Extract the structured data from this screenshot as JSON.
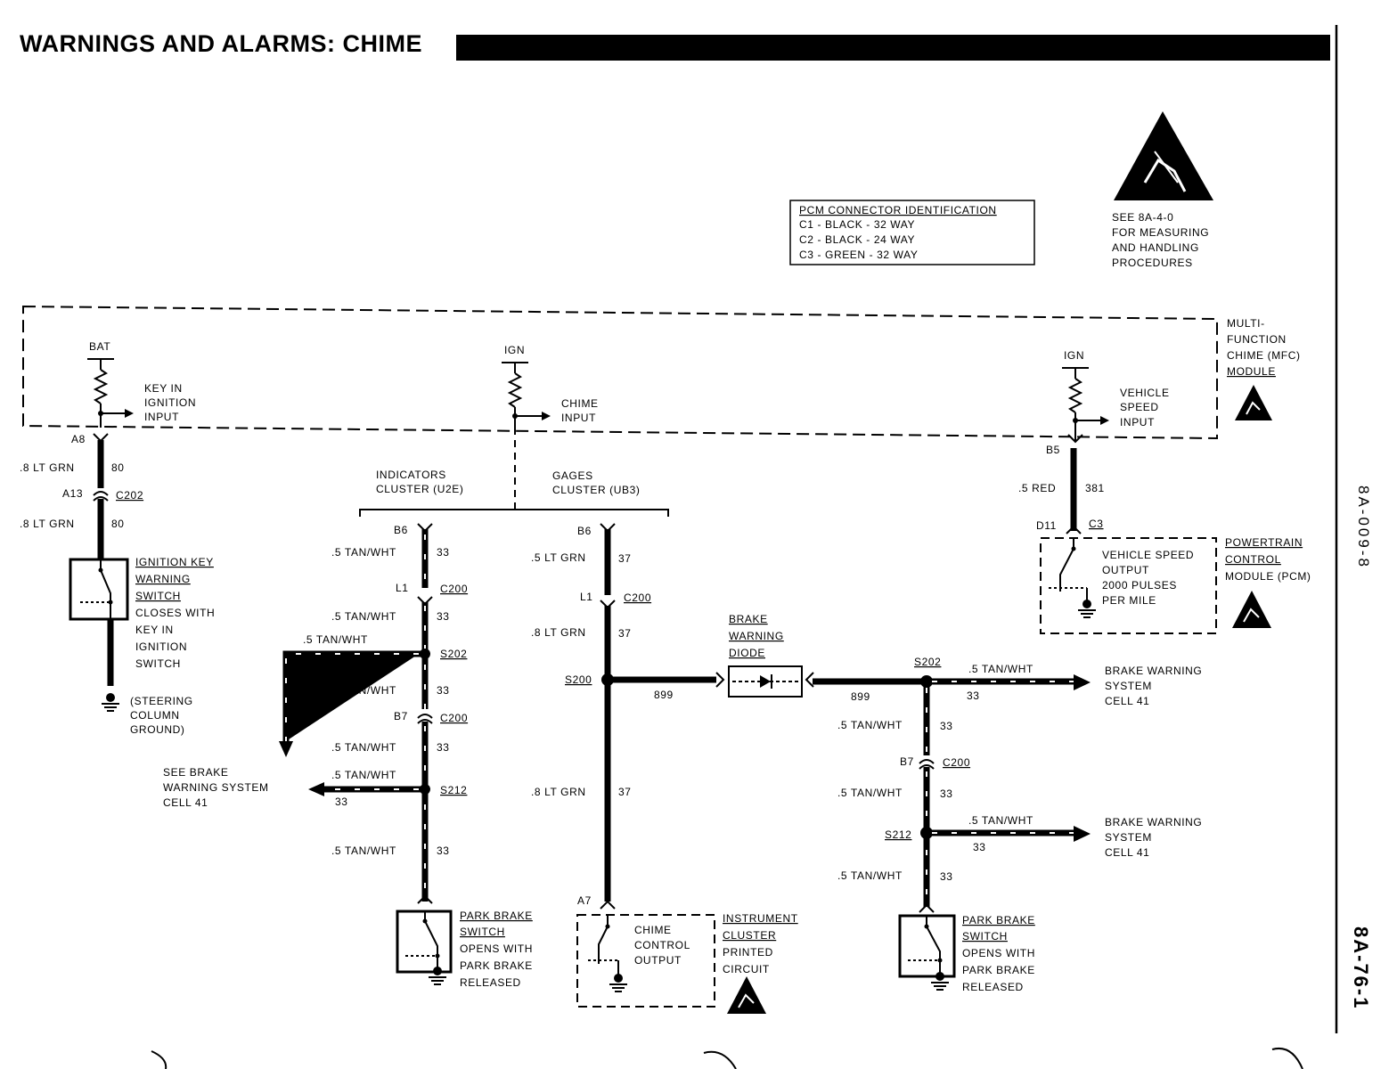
{
  "header": {
    "title": "WARNINGS AND ALARMS: CHIME"
  },
  "pcm_table": {
    "title": "PCM CONNECTOR IDENTIFICATION",
    "rows": [
      "C1 - BLACK - 32 WAY",
      "C2 - BLACK - 24 WAY",
      "C3 - GREEN - 32 WAY"
    ]
  },
  "esd_note": [
    "SEE 8A-4-0",
    "FOR MEASURING",
    "AND HANDLING",
    "PROCEDURES"
  ],
  "mfc_module": {
    "label": [
      "MULTI-",
      "FUNCTION",
      "CHIME (MFC)",
      "MODULE"
    ],
    "bat": "BAT",
    "ign_mid": "IGN",
    "ign_right": "IGN",
    "key_input": [
      "KEY IN",
      "IGNITION",
      "INPUT"
    ],
    "chime_input": [
      "CHIME",
      "INPUT"
    ],
    "speed_input": [
      "VEHICLE",
      "SPEED",
      "INPUT"
    ]
  },
  "left_circuit": {
    "pin_a8": "A8",
    "wire1": ".8 LT GRN",
    "ckt1": "80",
    "pin_a13": "A13",
    "conn": "C202",
    "wire2": ".8 LT GRN",
    "ckt2": "80",
    "switch_title": [
      "IGNITION KEY",
      "WARNING",
      "SWITCH"
    ],
    "switch_desc": [
      "CLOSES WITH",
      "KEY IN",
      "IGNITION",
      "SWITCH"
    ],
    "ground": [
      "(STEERING",
      "COLUMN",
      "GROUND)"
    ]
  },
  "clusters": {
    "indicators": [
      "INDICATORS",
      "CLUSTER (U2E)"
    ],
    "gages": [
      "GAGES",
      "CLUSTER (UB3)"
    ]
  },
  "indicator_circuit": {
    "pin_b6": "B6",
    "w1": ".5 TAN/WHT",
    "c1": "33",
    "pin_l1": "L1",
    "conn1": "C200",
    "w2": ".5 TAN/WHT",
    "c2": "33",
    "branch_w": ".5 TAN/WHT",
    "branch_c": "33",
    "splice1": "S202",
    "w3": ".5 TAN/WHT",
    "c3": "33",
    "pin_b7": "B7",
    "conn2": "C200",
    "w4": ".5 TAN/WHT",
    "c4": "33",
    "w5": ".5 TAN/WHT",
    "c5": "33",
    "splice2": "S212",
    "see_brake": [
      "SEE BRAKE",
      "WARNING SYSTEM",
      "CELL 41"
    ],
    "w6": ".5 TAN/WHT",
    "c6": "33",
    "switch_title": [
      "PARK BRAKE",
      "SWITCH"
    ],
    "switch_desc": [
      "OPENS WITH",
      "PARK BRAKE",
      "RELEASED"
    ]
  },
  "gages_circuit": {
    "pin_b6": "B6",
    "w1": ".5 LT GRN",
    "c1": "37",
    "pin_l1": "L1",
    "conn1": "C200",
    "w2": ".8 LT GRN",
    "c2": "37",
    "splice": "S200",
    "ckt899a": "899",
    "w3": ".8 LT GRN",
    "c3": "37",
    "pin_a7": "A7",
    "chime_out": [
      "CHIME",
      "CONTROL",
      "OUTPUT"
    ],
    "ic_title": [
      "INSTRUMENT",
      "CLUSTER"
    ],
    "ic_desc": [
      "PRINTED",
      "CIRCUIT"
    ]
  },
  "diode": {
    "label": [
      "BRAKE",
      "WARNING",
      "DIODE"
    ],
    "ckt899b": "899"
  },
  "right_circuit": {
    "splice1": "S202",
    "top_w": ".5 TAN/WHT",
    "top_c": "33",
    "bws1": [
      "BRAKE WARNING",
      "SYSTEM",
      "CELL 41"
    ],
    "w1": ".5 TAN/WHT",
    "c1": "33",
    "pin_b7": "B7",
    "conn": "C200",
    "w2": ".5 TAN/WHT",
    "c2": "33",
    "splice2": "S212",
    "mid_w": ".5 TAN/WHT",
    "mid_c": "33",
    "bws2": [
      "BRAKE WARNING",
      "SYSTEM",
      "CELL 41"
    ],
    "w3": ".5 TAN/WHT",
    "c3": "33",
    "switch_title": [
      "PARK BRAKE",
      "SWITCH"
    ],
    "switch_desc": [
      "OPENS WITH",
      "PARK BRAKE",
      "RELEASED"
    ]
  },
  "pcm_circuit": {
    "pin_b5": "B5",
    "w": ".5 RED",
    "c": "381",
    "pin_d11": "D11",
    "conn": "C3",
    "output": [
      "VEHICLE SPEED",
      "OUTPUT",
      "2000 PULSES",
      "PER MILE"
    ],
    "pcm_label": [
      "POWERTRAIN",
      "CONTROL",
      "MODULE (PCM)"
    ]
  },
  "margin": {
    "code": "8A-009-8",
    "page": "8A-76-1"
  }
}
